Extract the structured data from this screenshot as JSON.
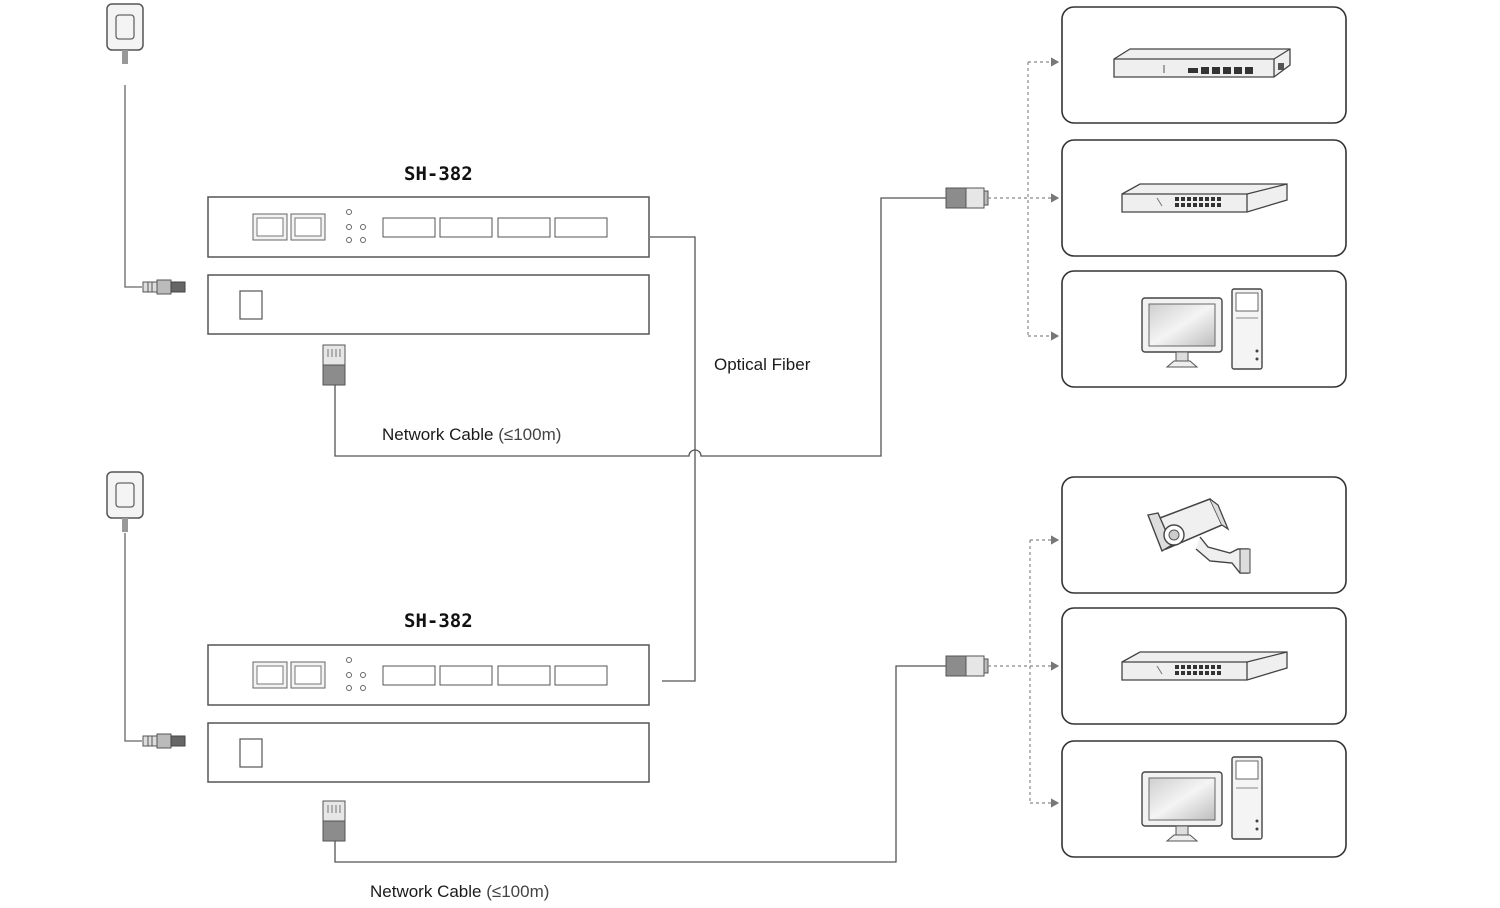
{
  "units": [
    {
      "model": "SH-382",
      "network_cable_label": "Network Cable",
      "network_cable_spec": "(≤100m)",
      "devices": [
        "router-icon",
        "switch-icon",
        "desktop-computer-icon"
      ]
    },
    {
      "model": "SH-382",
      "network_cable_label": "Network Cable",
      "network_cable_spec": "(≤100m)",
      "devices": [
        "ip-camera-icon",
        "switch-icon",
        "desktop-computer-icon"
      ]
    }
  ],
  "optical_fiber_label": "Optical Fiber",
  "colors": {
    "line": "#555555",
    "box_border": "#333333",
    "device_fill": "#ececec"
  }
}
